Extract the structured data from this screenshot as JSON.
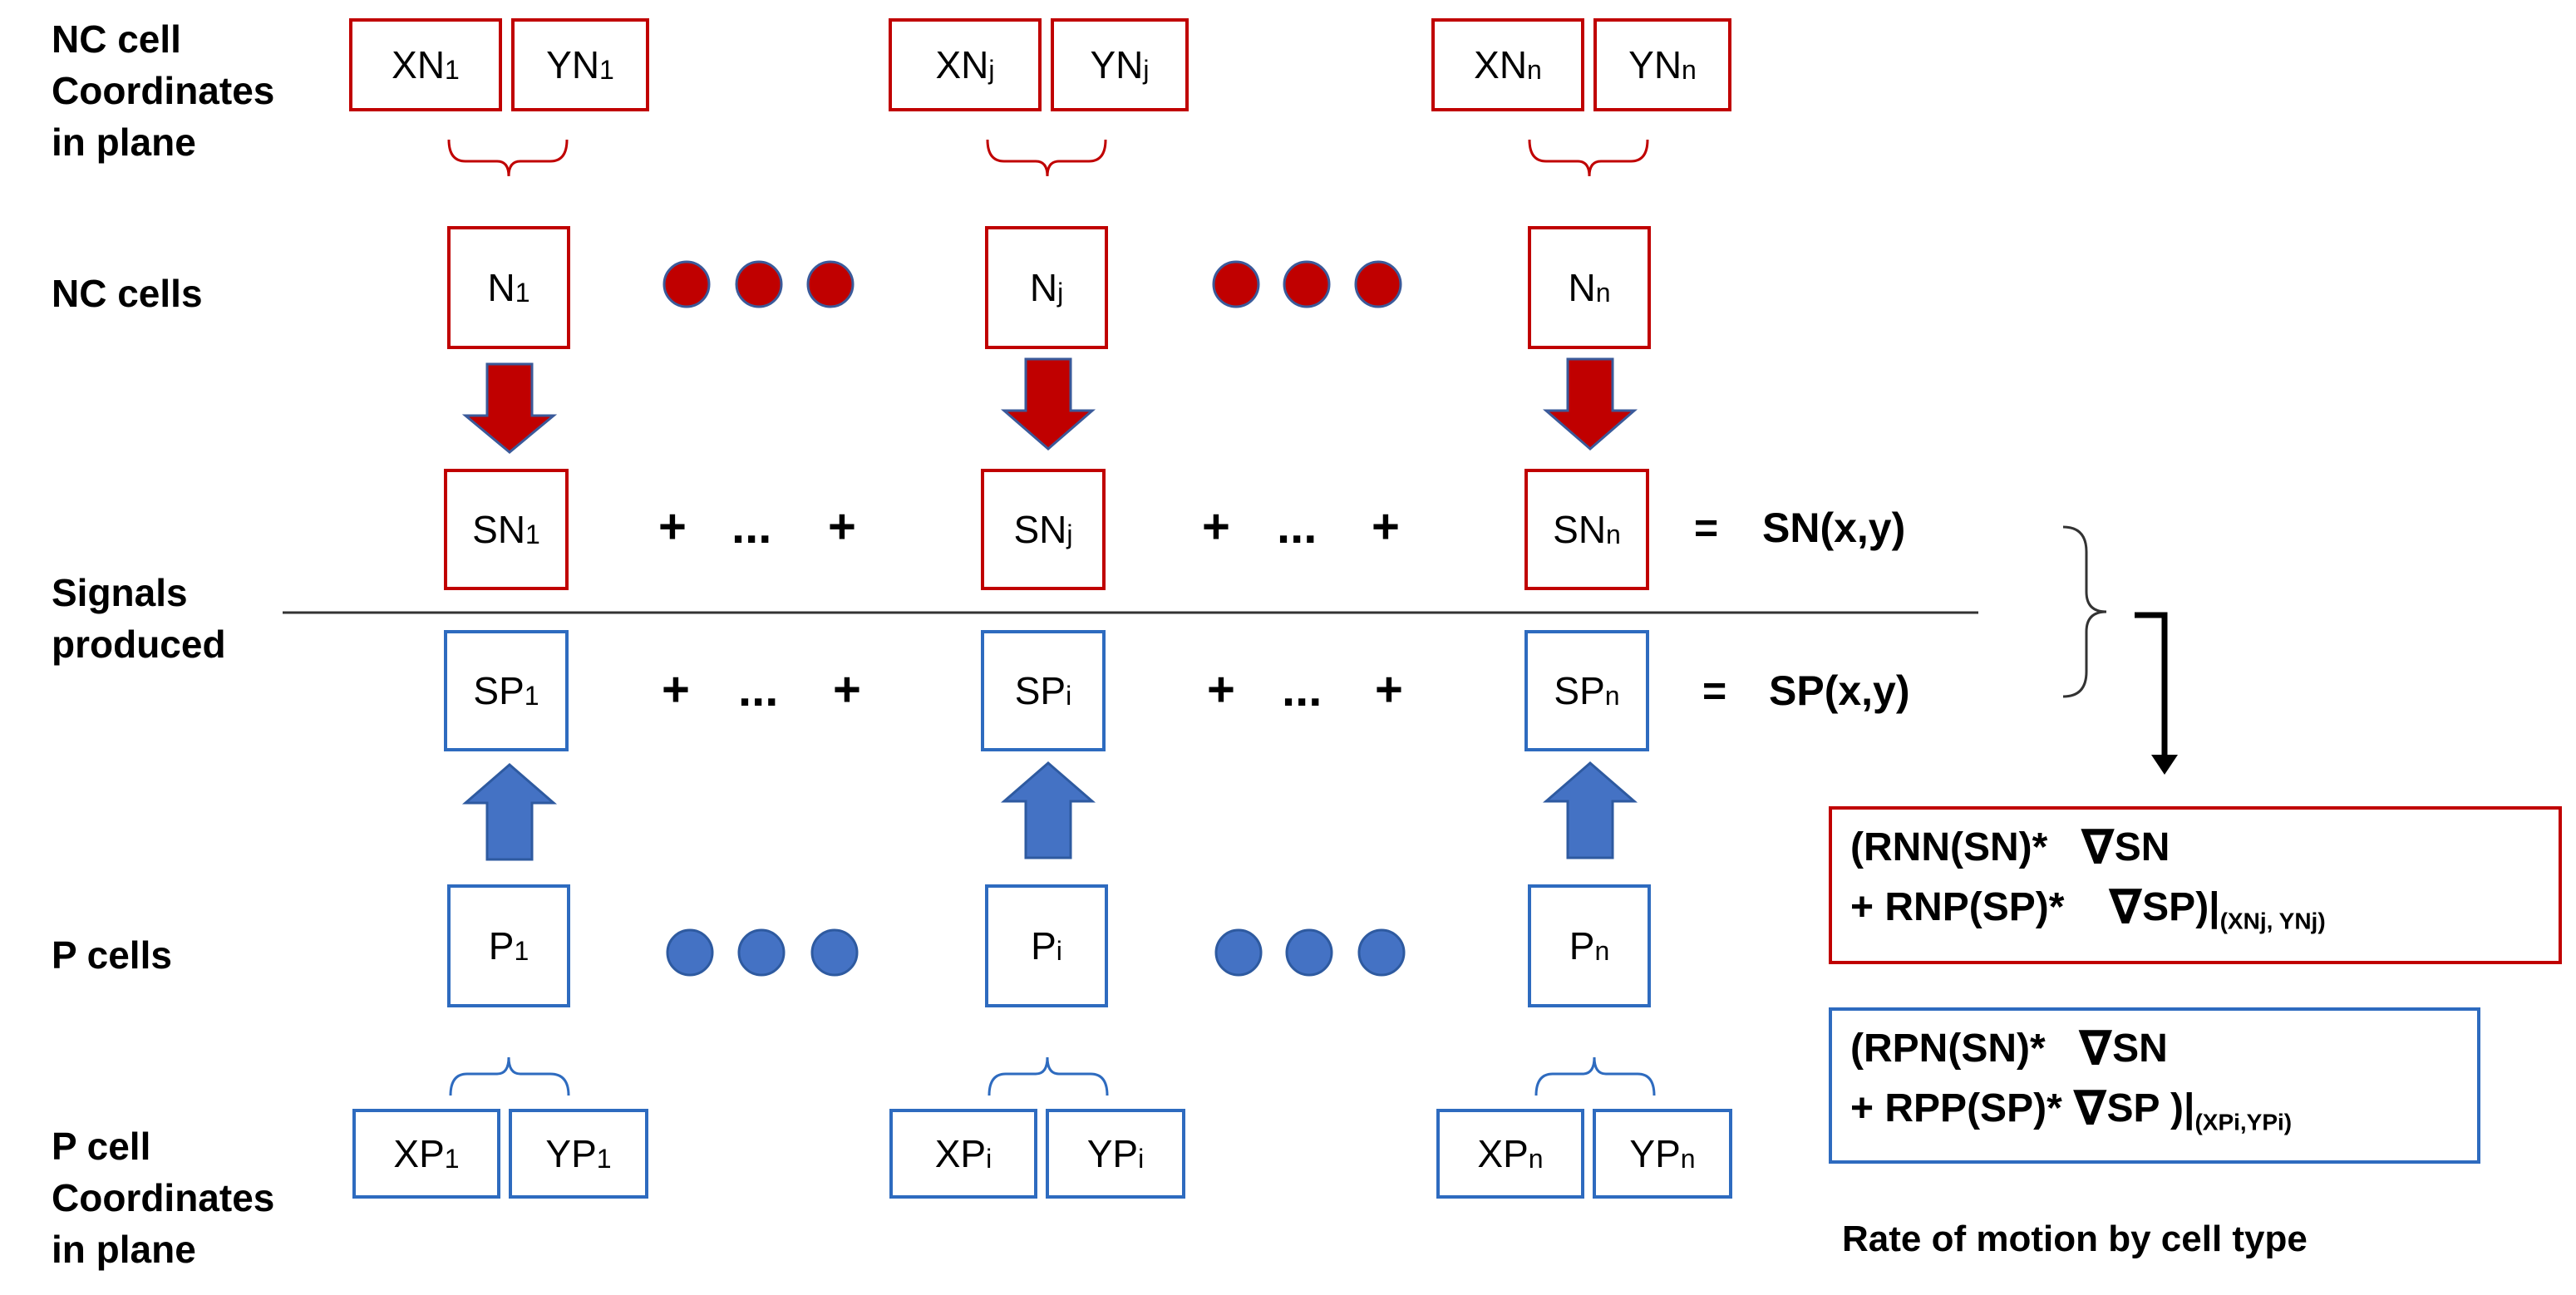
{
  "labels": {
    "nc_coords": [
      "NC cell",
      "Coordinates",
      "in plane"
    ],
    "nc_cells": "NC cells",
    "signals": [
      "Signals",
      "produced"
    ],
    "p_cells": "P cells",
    "p_coords": [
      "P cell",
      "Coordinates",
      "in plane"
    ]
  },
  "nc_coords": [
    {
      "x": "XN",
      "y": "YN",
      "sub": "1"
    },
    {
      "x": "XN",
      "y": "YN",
      "sub": "j"
    },
    {
      "x": "XN",
      "y": "YN",
      "sub": "n"
    }
  ],
  "nc_cells": [
    {
      "base": "N",
      "sub": "1"
    },
    {
      "base": "N",
      "sub": "j"
    },
    {
      "base": "N",
      "sub": "n"
    }
  ],
  "sn_signals": [
    {
      "base": "SN",
      "sub": "1"
    },
    {
      "base": "SN",
      "sub": "j"
    },
    {
      "base": "SN",
      "sub": "n"
    }
  ],
  "sp_signals": [
    {
      "base": "SP",
      "sub": "1"
    },
    {
      "base": "SP",
      "sub": "i"
    },
    {
      "base": "SP",
      "sub": "n"
    }
  ],
  "p_cells": [
    {
      "base": "P",
      "sub": "1"
    },
    {
      "base": "P",
      "sub": "i"
    },
    {
      "base": "P",
      "sub": "n"
    }
  ],
  "p_coords": [
    {
      "x": "XP",
      "y": "YP",
      "sub": "1"
    },
    {
      "x": "XP",
      "y": "YP",
      "sub": "i"
    },
    {
      "x": "XP",
      "y": "YP",
      "sub": "n"
    }
  ],
  "operators": {
    "plus": "+",
    "ellipsis": "...",
    "equals": "="
  },
  "sums": {
    "sn": "SN(x,y)",
    "sp": "SP(x,y)"
  },
  "formula_nc": {
    "line1_a": "(RNN(SN)*",
    "line1_b": "SN",
    "line2_a": "+ RNP(SP)*",
    "line2_b": "SP)|",
    "line2_sub": "(XNj, YNj)"
  },
  "formula_p": {
    "line1_a": "(RPN(SN)*",
    "line1_b": "SN",
    "line2_a": "+ RPP(SP)*",
    "line2_b": "SP )|",
    "line2_sub": "(XPi,YPi)"
  },
  "nabla_symbol": "∇",
  "caption": "Rate of motion by cell type",
  "colors": {
    "nc": "#c00000",
    "p": "#2e6bbf",
    "nc_dot": "#c00000",
    "p_dot": "#4472c4"
  }
}
